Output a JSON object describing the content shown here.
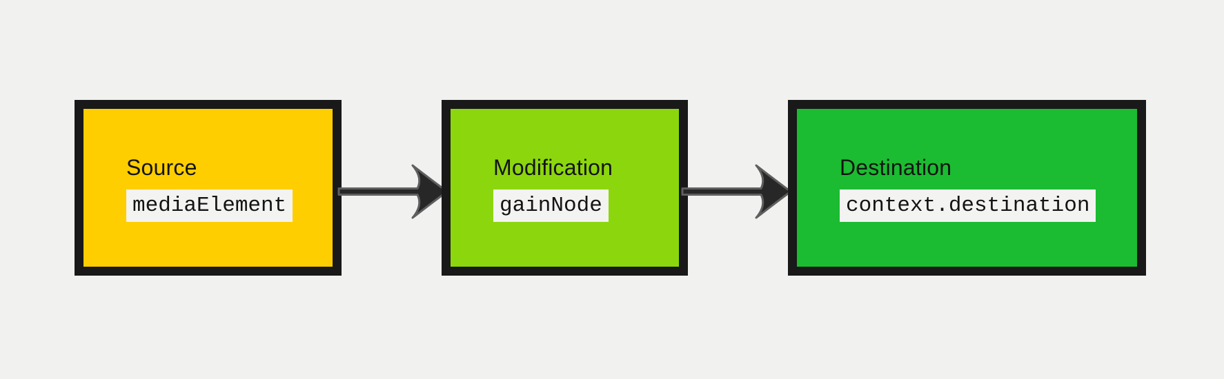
{
  "diagram": {
    "background": "#f1f1f0",
    "border_color": "#191919",
    "text_color": "#141414",
    "chip_background": "#f3f3f2",
    "nodes": [
      {
        "label": "Source",
        "code": "mediaElement",
        "fill": "#ffce00"
      },
      {
        "label": "Modification",
        "code": "gainNode",
        "fill": "#8cd60e"
      },
      {
        "label": "Destination",
        "code": "context.destination",
        "fill": "#1bbc31"
      }
    ],
    "arrow": {
      "fill": "#272727",
      "outline": "#5f5f5f"
    },
    "connections": [
      {
        "from": "Source",
        "to": "Modification"
      },
      {
        "from": "Modification",
        "to": "Destination"
      }
    ]
  }
}
